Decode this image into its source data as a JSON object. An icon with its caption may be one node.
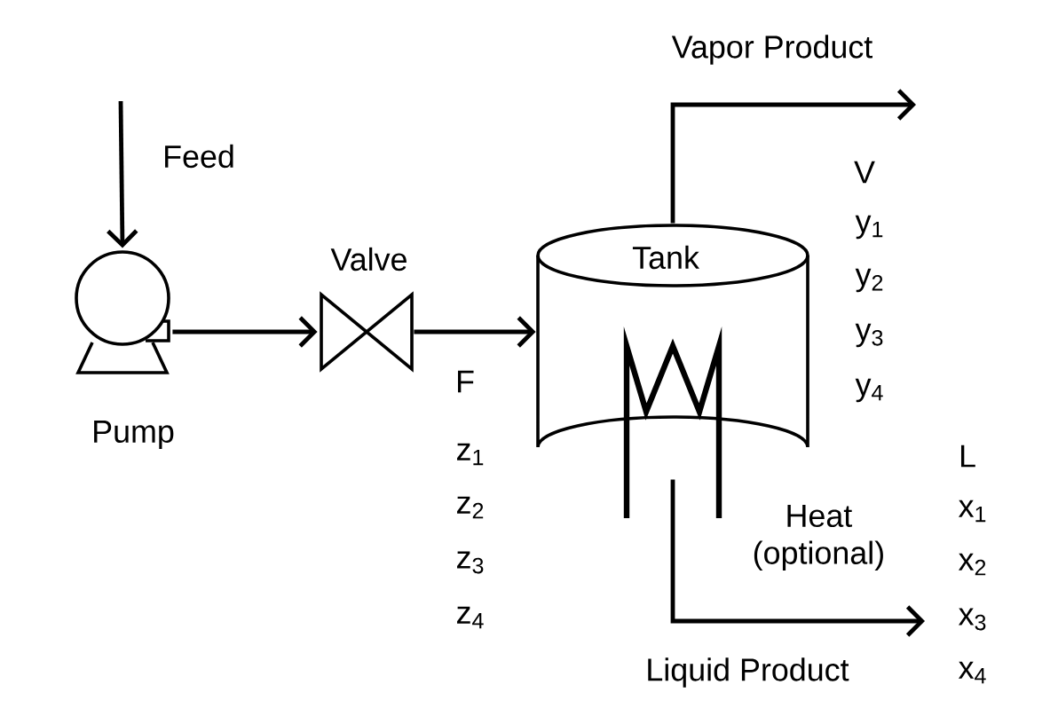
{
  "diagram": {
    "nodes": [
      {
        "text": [
          "Pump"
        ]
      },
      {
        "text": [
          "Valve"
        ]
      },
      {
        "text": [
          "Tank"
        ]
      }
    ],
    "edges": [
      {
        "from": null,
        "to": 0,
        "arrow": "to",
        "label": "Feed"
      },
      {
        "from": 0,
        "to": 1,
        "arrow": "to"
      },
      {
        "from": 1,
        "to": 2,
        "arrow": "to"
      },
      {
        "from": 2,
        "to": null,
        "arrow": "to",
        "label": "Vapor Product"
      },
      {
        "from": 2,
        "to": null,
        "arrow": "to",
        "label": "Liquid Product"
      }
    ],
    "labels": [
      "V",
      "y$_{1}$",
      "y$_{2}$",
      "y$_{3}$",
      "y$_{4}$",
      "F",
      "z$_{1}$",
      "z$_{2}$",
      "z$_{3}$",
      "z$_{4}$",
      "Heat (optional)",
      "L",
      "x$_{1}$",
      "x$_{2}$",
      "x$_{3}$",
      "x$_{4}$"
    ]
  }
}
